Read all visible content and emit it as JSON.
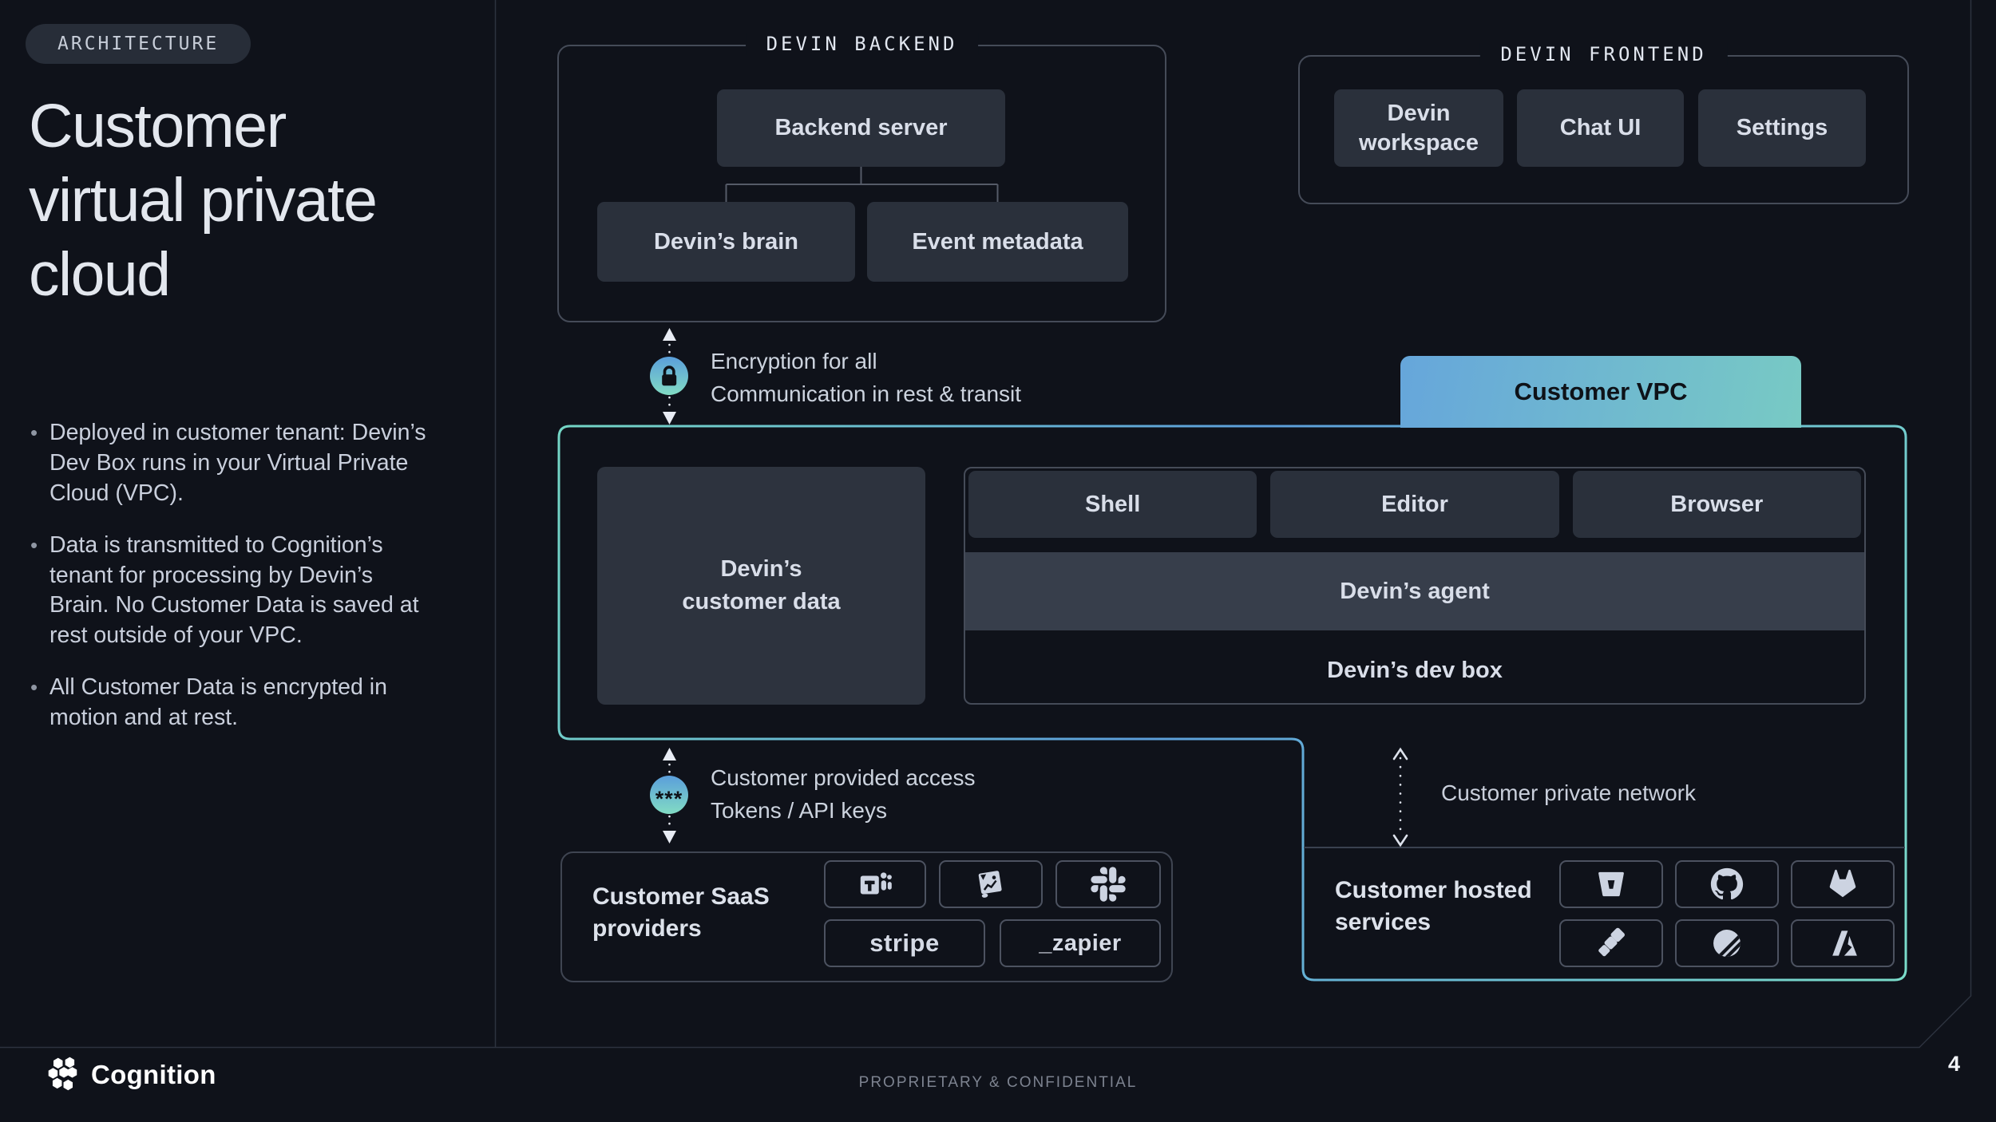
{
  "colors": {
    "background": "#0f121a",
    "box_fill": "#2a303b",
    "box_fill_light": "#373e4b",
    "box_border": "#454b58",
    "accent_blue": "#5c9eda",
    "accent_teal": "#78d8c8",
    "text": "#dfe3ec",
    "muted": "#7d8390"
  },
  "left_panel": {
    "badge": "ARCHITECTURE",
    "title": "Customer virtual private cloud",
    "bullets": [
      "Deployed in customer tenant: Devin’s Dev Box runs in your Virtual Private Cloud (VPC).",
      "Data is transmitted to Cognition’s tenant for processing by Devin’s Brain. No Customer Data is saved at rest outside of your VPC.",
      "All Customer Data is encrypted in motion and at rest."
    ]
  },
  "backend": {
    "label": "DEVIN BACKEND",
    "server": "Backend server",
    "brain": "Devin’s brain",
    "metadata": "Event metadata"
  },
  "frontend": {
    "label": "DEVIN FRONTEND",
    "workspace": "Devin workspace",
    "chat": "Chat UI",
    "settings": "Settings"
  },
  "encryption": {
    "icon": "lock-icon",
    "line1": "Encryption for all",
    "line2": "Communication in rest & transit"
  },
  "vpc": {
    "tab": "Customer VPC",
    "customer_data": "Devin’s customer data",
    "shell": "Shell",
    "editor": "Editor",
    "browser": "Browser",
    "agent": "Devin’s agent",
    "devbox": "Devin’s dev box"
  },
  "access": {
    "icon": "keys-icon",
    "icon_glyph": "***",
    "line1": "Customer provided access",
    "line2": "Tokens / API keys"
  },
  "private_network": {
    "label": "Customer private network"
  },
  "saas": {
    "title": "Customer SaaS providers",
    "providers": [
      "Microsoft Teams",
      "Datadog",
      "Slack",
      "Stripe",
      "Zapier"
    ],
    "stripe_wordmark": "stripe",
    "zapier_wordmark": "_zapier"
  },
  "hosted": {
    "title": "Customer hosted services",
    "services": [
      "Bitbucket",
      "GitHub",
      "GitLab",
      "Jira",
      "Linear",
      "Azure"
    ]
  },
  "footer": {
    "brand": "Cognition",
    "center": "PROPRIETARY & CONFIDENTIAL",
    "page": "4"
  }
}
